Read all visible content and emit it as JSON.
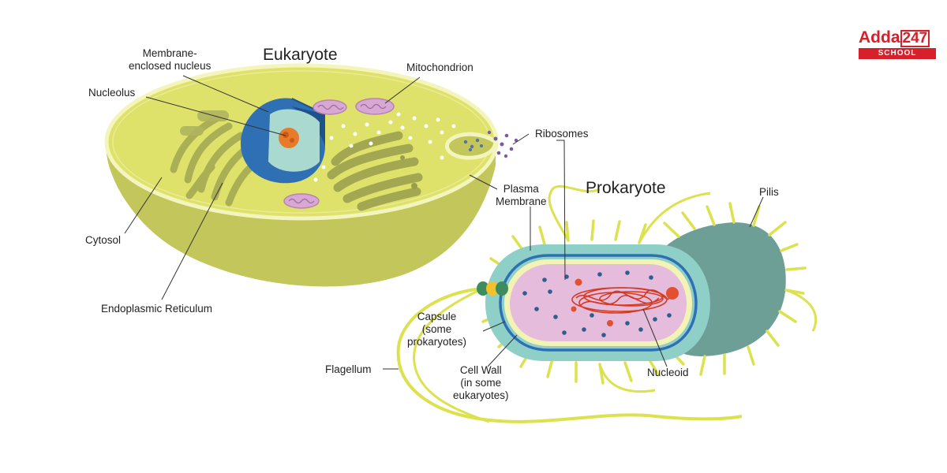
{
  "logo": {
    "brand": "Adda",
    "number": "247",
    "sub": "SCHOOL"
  },
  "eukaryote": {
    "title": "Eukaryote",
    "labels": {
      "nucleus": "Membrane-\nenclosed nucleus",
      "nucleolus": "Nucleolus",
      "mitochondrion": "Mitochondrion",
      "ribosomes": "Ribosomes",
      "plasma_membrane": "Plasma\nMembrane",
      "cytosol": "Cytosol",
      "er": "Endoplasmic Reticulum"
    }
  },
  "prokaryote": {
    "title": "Prokaryote",
    "labels": {
      "pilis": "Pilis",
      "capsule": "Capsule\n(some\nprokaryotes)",
      "flagellum": "Flagellum",
      "cell_wall": "Cell Wall\n(in some\neukaryotes)",
      "nucleoid": "Nucleoid"
    }
  },
  "colors": {
    "cytoplasm": "#dfe26a",
    "shell": "#c3c65a",
    "membrane": "#f2f3b4",
    "nucleus_blue": "#2f6fb3",
    "nucleoplasm": "#a9d9cf",
    "mito": "#d8a8d4",
    "organelle": "#a7ab52",
    "prok_inner": "#e6bcdd",
    "prok_teal": "#8ecfc8",
    "prok_back": "#6e9f97",
    "dna": "#d23b22",
    "pili": "#dce24e"
  }
}
